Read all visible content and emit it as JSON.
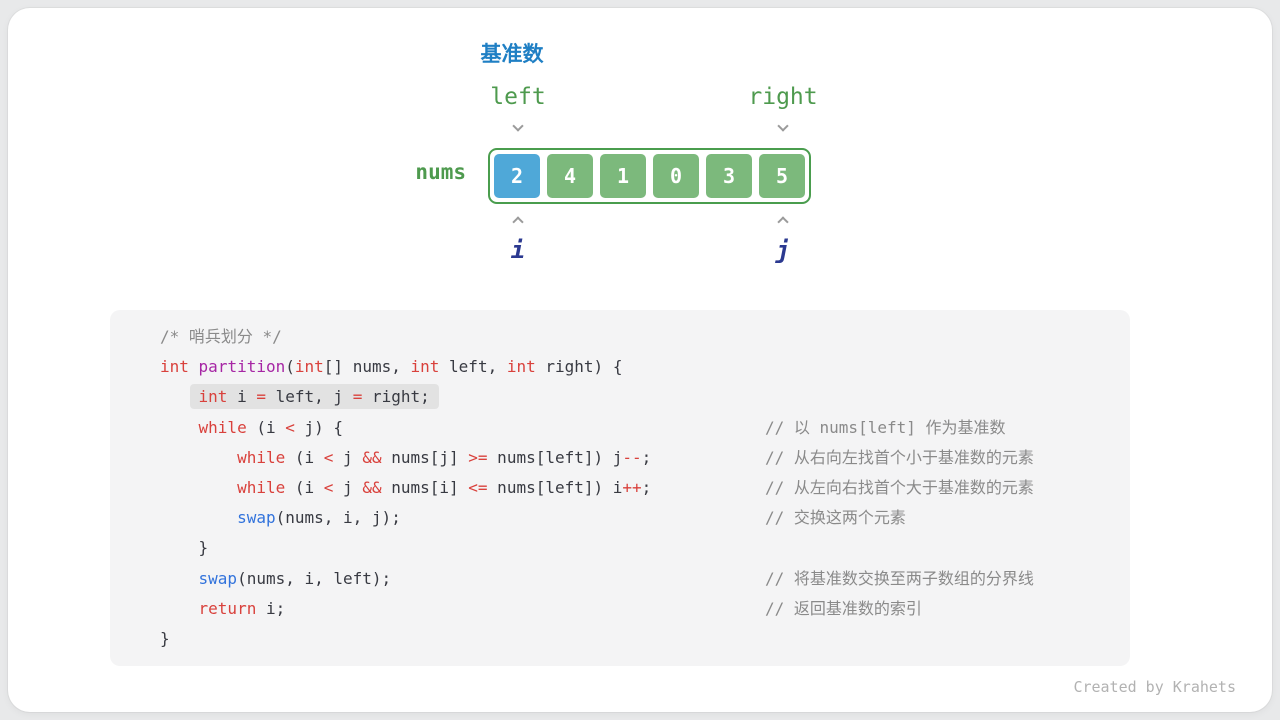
{
  "diagram": {
    "pivot_label": "基准数",
    "left_label": "left",
    "right_label": "right",
    "nums_label": "nums",
    "i_label": "i",
    "j_label": "j",
    "array": {
      "values": [
        2,
        4,
        1,
        0,
        3,
        5
      ],
      "pivot_index": 0,
      "i_index": 0,
      "j_index": 5
    },
    "colors": {
      "pivot_cell": "#4fa8d8",
      "cell_green": "#7cb97c",
      "array_border": "#4a9d4e",
      "label_green": "#4e9a4e",
      "pointer_blue": "#2b3990",
      "title_blue": "#1f7fc4",
      "arrow_gray": "#9b9b9b"
    }
  },
  "code": {
    "token_colors": {
      "kw": "#d9413c",
      "op": "#d9413c",
      "fn": "#a626a4",
      "fn2": "#3273dc",
      "cm": "#8a8a8a",
      "pl": "#383a42"
    },
    "lines": [
      {
        "indent": 0,
        "tokens": [
          {
            "t": "/* 哨兵划分 */",
            "c": "cm"
          }
        ]
      },
      {
        "indent": 0,
        "tokens": [
          {
            "t": "int",
            "c": "kw"
          },
          {
            "t": " ",
            "c": "pl"
          },
          {
            "t": "partition",
            "c": "fn"
          },
          {
            "t": "(",
            "c": "pl"
          },
          {
            "t": "int",
            "c": "kw"
          },
          {
            "t": "[] nums, ",
            "c": "pl"
          },
          {
            "t": "int",
            "c": "kw"
          },
          {
            "t": " left, ",
            "c": "pl"
          },
          {
            "t": "int",
            "c": "kw"
          },
          {
            "t": " right) {",
            "c": "pl"
          }
        ]
      },
      {
        "indent": 4,
        "highlight": true,
        "tokens": [
          {
            "t": "int",
            "c": "kw"
          },
          {
            "t": " i ",
            "c": "pl"
          },
          {
            "t": "=",
            "c": "op"
          },
          {
            "t": " left, j ",
            "c": "pl"
          },
          {
            "t": "=",
            "c": "op"
          },
          {
            "t": " right;",
            "c": "pl"
          }
        ]
      },
      {
        "indent": 4,
        "comment": "// 以 nums[left] 作为基准数",
        "tokens": [
          {
            "t": "while",
            "c": "kw"
          },
          {
            "t": " (i ",
            "c": "pl"
          },
          {
            "t": "<",
            "c": "op"
          },
          {
            "t": " j) {",
            "c": "pl"
          }
        ]
      },
      {
        "indent": 8,
        "comment": "// 从右向左找首个小于基准数的元素",
        "tokens": [
          {
            "t": "while",
            "c": "kw"
          },
          {
            "t": " (i ",
            "c": "pl"
          },
          {
            "t": "<",
            "c": "op"
          },
          {
            "t": " j ",
            "c": "pl"
          },
          {
            "t": "&&",
            "c": "op"
          },
          {
            "t": " nums[j] ",
            "c": "pl"
          },
          {
            "t": ">=",
            "c": "op"
          },
          {
            "t": " nums[left]) j",
            "c": "pl"
          },
          {
            "t": "--",
            "c": "op"
          },
          {
            "t": ";",
            "c": "pl"
          }
        ]
      },
      {
        "indent": 8,
        "comment": "// 从左向右找首个大于基准数的元素",
        "tokens": [
          {
            "t": "while",
            "c": "kw"
          },
          {
            "t": " (i ",
            "c": "pl"
          },
          {
            "t": "<",
            "c": "op"
          },
          {
            "t": " j ",
            "c": "pl"
          },
          {
            "t": "&&",
            "c": "op"
          },
          {
            "t": " nums[i] ",
            "c": "pl"
          },
          {
            "t": "<=",
            "c": "op"
          },
          {
            "t": " nums[left]) i",
            "c": "pl"
          },
          {
            "t": "++",
            "c": "op"
          },
          {
            "t": ";",
            "c": "pl"
          }
        ]
      },
      {
        "indent": 8,
        "comment": "// 交换这两个元素",
        "tokens": [
          {
            "t": "swap",
            "c": "fn2"
          },
          {
            "t": "(nums, i, j);",
            "c": "pl"
          }
        ]
      },
      {
        "indent": 4,
        "tokens": [
          {
            "t": "}",
            "c": "pl"
          }
        ]
      },
      {
        "indent": 4,
        "comment": "// 将基准数交换至两子数组的分界线",
        "tokens": [
          {
            "t": "swap",
            "c": "fn2"
          },
          {
            "t": "(nums, i, left);",
            "c": "pl"
          }
        ]
      },
      {
        "indent": 4,
        "comment": "// 返回基准数的索引",
        "tokens": [
          {
            "t": "return",
            "c": "kw"
          },
          {
            "t": " i;",
            "c": "pl"
          }
        ]
      },
      {
        "indent": 0,
        "tokens": [
          {
            "t": "}",
            "c": "pl"
          }
        ]
      }
    ]
  },
  "footer": {
    "credit": "Created by Krahets"
  }
}
